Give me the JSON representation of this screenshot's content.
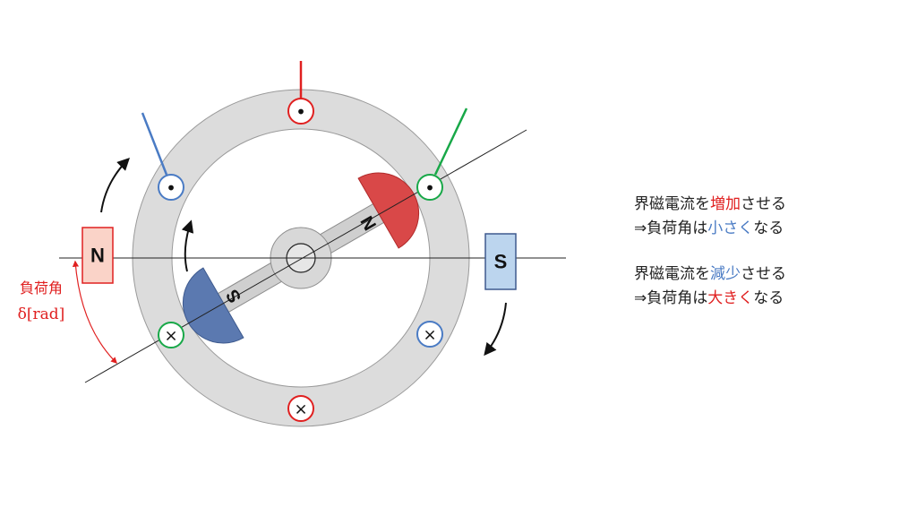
{
  "stator_magnets": {
    "north_label": "N",
    "south_label": "S"
  },
  "rotor_poles": {
    "north_label": "N",
    "south_label": "S"
  },
  "load_angle": {
    "label": "負荷角",
    "symbol": "δ[rad]"
  },
  "coil_symbols": {
    "dot": "•",
    "cross": "×"
  },
  "notes": [
    {
      "line1_prefix": "界磁電流を",
      "line1_highlight": "増加",
      "line1_suffix": "させる",
      "line2_prefix": "⇒負荷角は",
      "line2_highlight": "小さく",
      "line2_suffix": "なる",
      "highlight1_color": "#e02020",
      "highlight2_color": "#4a7bc4"
    },
    {
      "line1_prefix": "界磁電流を",
      "line1_highlight": "減少",
      "line1_suffix": "させる",
      "line2_prefix": "⇒負荷角は",
      "line2_highlight": "大きく",
      "line2_suffix": "なる",
      "highlight1_color": "#4a7bc4",
      "highlight2_color": "#e02020"
    }
  ],
  "colors": {
    "red": "#e02020",
    "blue": "#4a7bc4",
    "green": "#18a848",
    "stator": "#dcdcdc",
    "north_pole_fill": "#d94848",
    "south_pole_fill": "#5b79b0"
  }
}
